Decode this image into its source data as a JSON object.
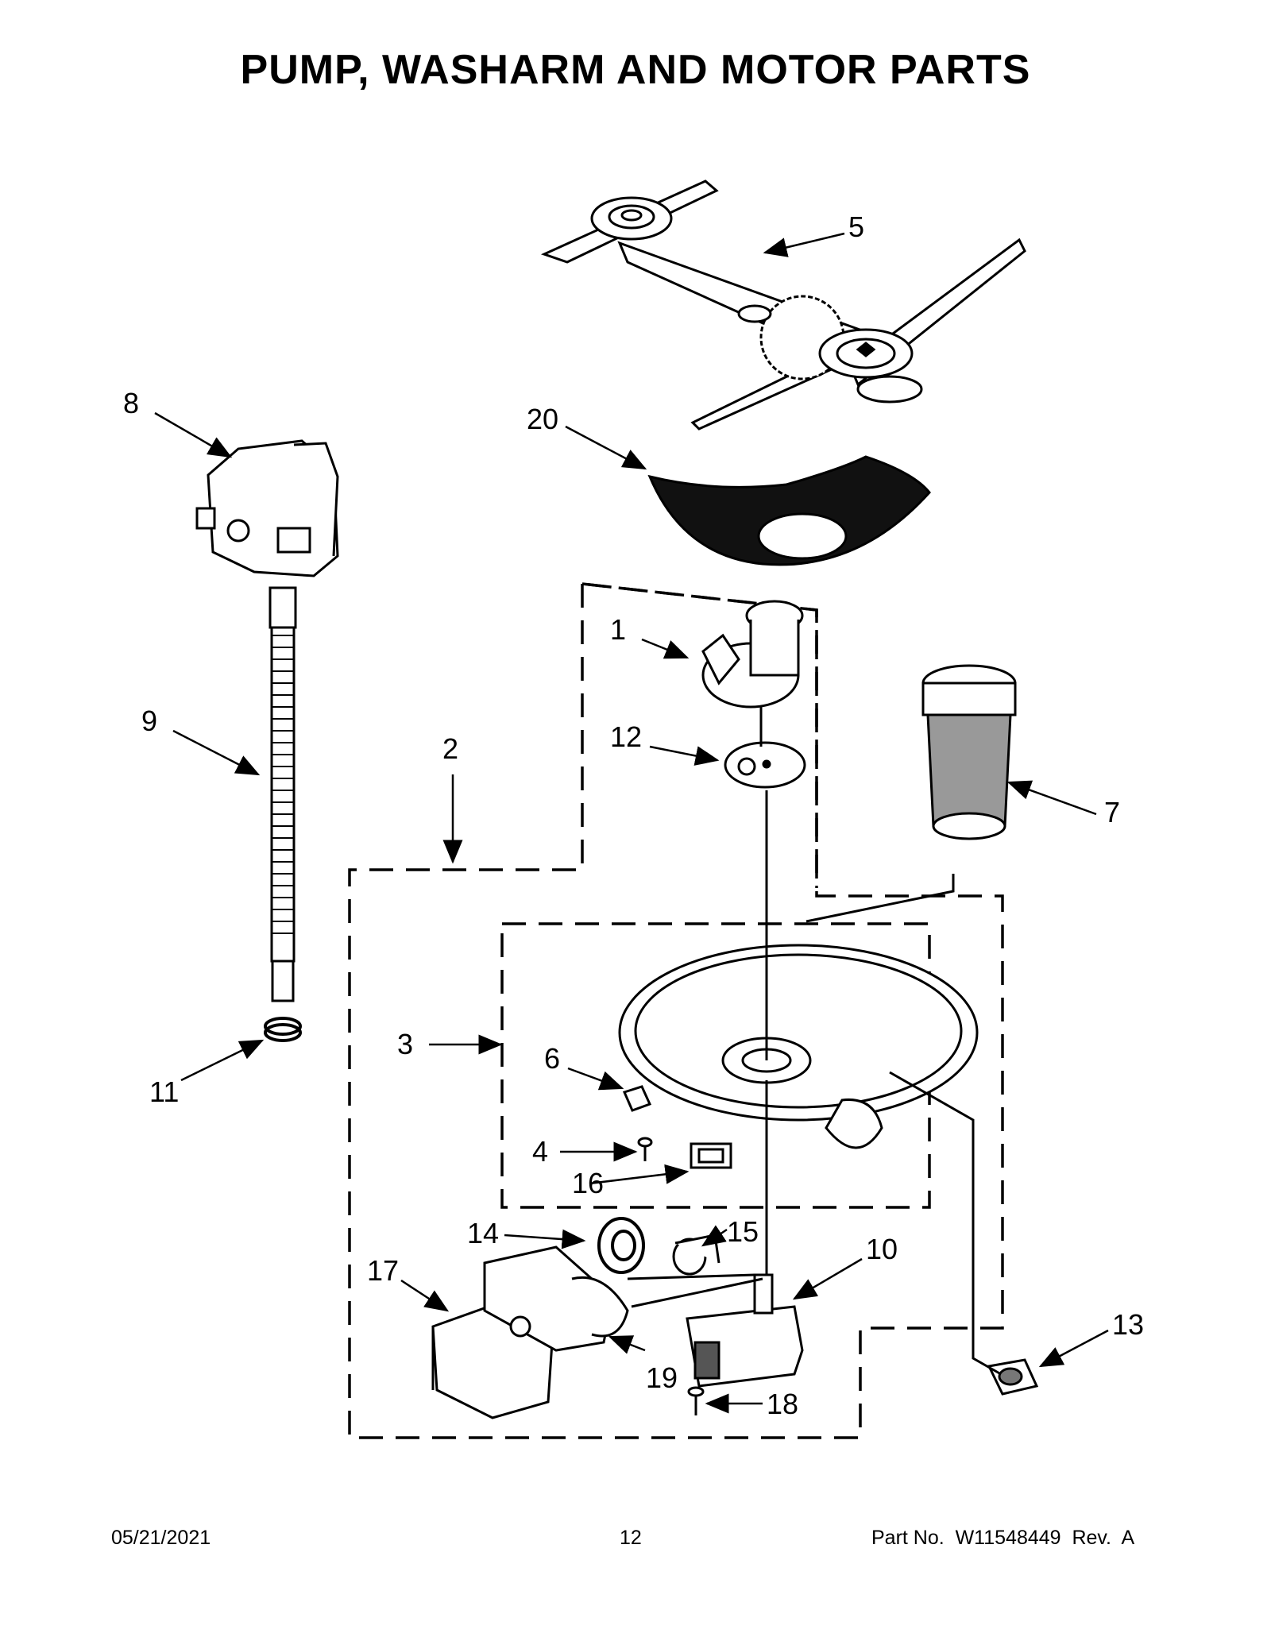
{
  "page": {
    "title": "PUMP, WASHARM AND MOTOR PARTS"
  },
  "callouts": {
    "c1": "1",
    "c2": "2",
    "c3": "3",
    "c4": "4",
    "c5": "5",
    "c6": "6",
    "c7": "7",
    "c8": "8",
    "c9": "9",
    "c10": "10",
    "c11": "11",
    "c12": "12",
    "c13": "13",
    "c14": "14",
    "c15": "15",
    "c16": "16",
    "c17": "17",
    "c18": "18",
    "c19": "19",
    "c20": "20"
  },
  "footer": {
    "date": "05/21/2021",
    "page_number": "12",
    "part_info": "Part No.  W11548449  Rev.  A"
  }
}
